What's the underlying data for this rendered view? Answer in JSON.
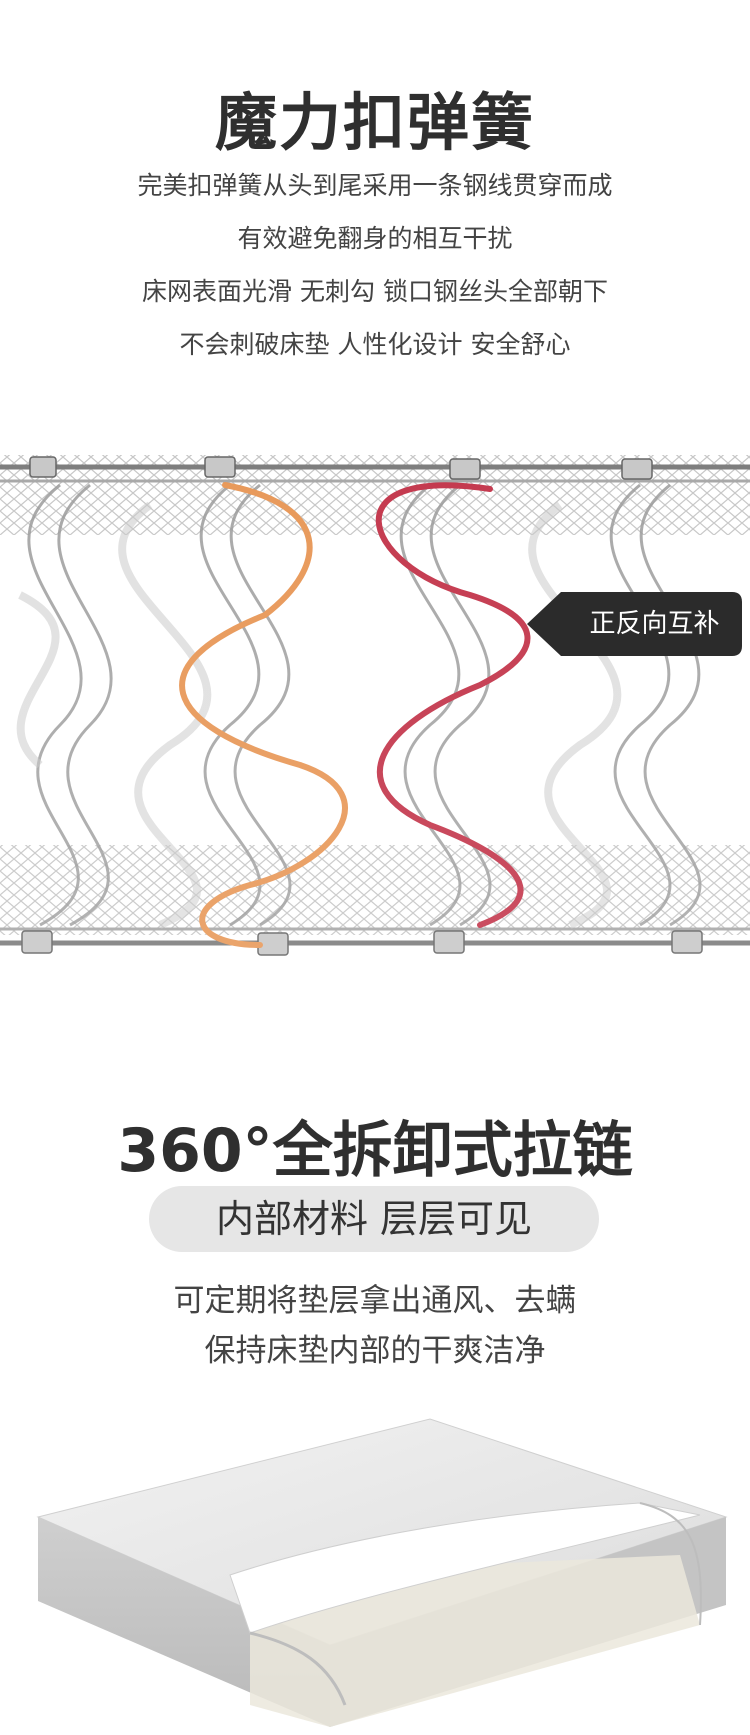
{
  "spring_section": {
    "title": "魔力扣弹簧",
    "lines": [
      "完美扣弹簧从头到尾采用一条钢线贯穿而成",
      "有效避免翻身的相互干扰",
      "床网表面光滑  无刺勾  锁口钢丝头全部朝下",
      "不会刺破床垫  人性化设计  安全舒心"
    ],
    "callout": "正反向互补",
    "colors": {
      "left_coil": "#e8995a",
      "right_coil": "#c4394e",
      "callout_bg": "#2b2b2b"
    }
  },
  "zipper_section": {
    "title": "360°全拆卸式拉链",
    "pill": "内部材料  层层可见",
    "lines": [
      "可定期将垫层拿出通风、去螨",
      "保持床垫内部的干爽洁净"
    ]
  }
}
